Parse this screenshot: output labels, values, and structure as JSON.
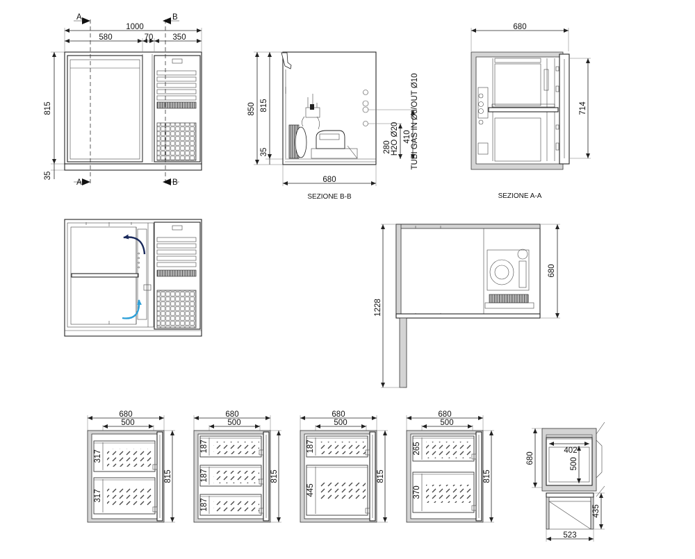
{
  "front_view": {
    "total_width": "1000",
    "door_width": "580",
    "gap_width": "70",
    "panel_width": "350",
    "height": "815",
    "feet_height": "35",
    "section_mark_a": "A",
    "section_mark_b": "B"
  },
  "section_bb": {
    "caption": "SEZIONE B-B",
    "total_height": "850",
    "body_height": "815",
    "base_height": "35",
    "depth": "680",
    "h2o_height": "280",
    "h2o_label": "H2O Ø20",
    "gas_height": "410",
    "gas_label": "TUBI GAS IN Ø6/OUT Ø10"
  },
  "section_aa": {
    "caption": "SEZIONE A-A",
    "width": "680",
    "height": "714"
  },
  "top_view": {
    "depth": "680",
    "door_open": "1228"
  },
  "drawer_configs": [
    {
      "width": "680",
      "inner_width": "500",
      "height": "815",
      "drawers": [
        "317",
        "317"
      ]
    },
    {
      "width": "680",
      "inner_width": "500",
      "height": "815",
      "drawers": [
        "187",
        "187",
        "187"
      ]
    },
    {
      "width": "680",
      "inner_width": "500",
      "height": "815",
      "drawers": [
        "187",
        "445"
      ]
    },
    {
      "width": "680",
      "inner_width": "500",
      "height": "815",
      "drawers": [
        "265",
        "370"
      ]
    }
  ],
  "drawer_detail": {
    "depth": "680",
    "inner_width": "402",
    "inner_depth": "500",
    "extension": "435",
    "drawer_width": "523"
  }
}
